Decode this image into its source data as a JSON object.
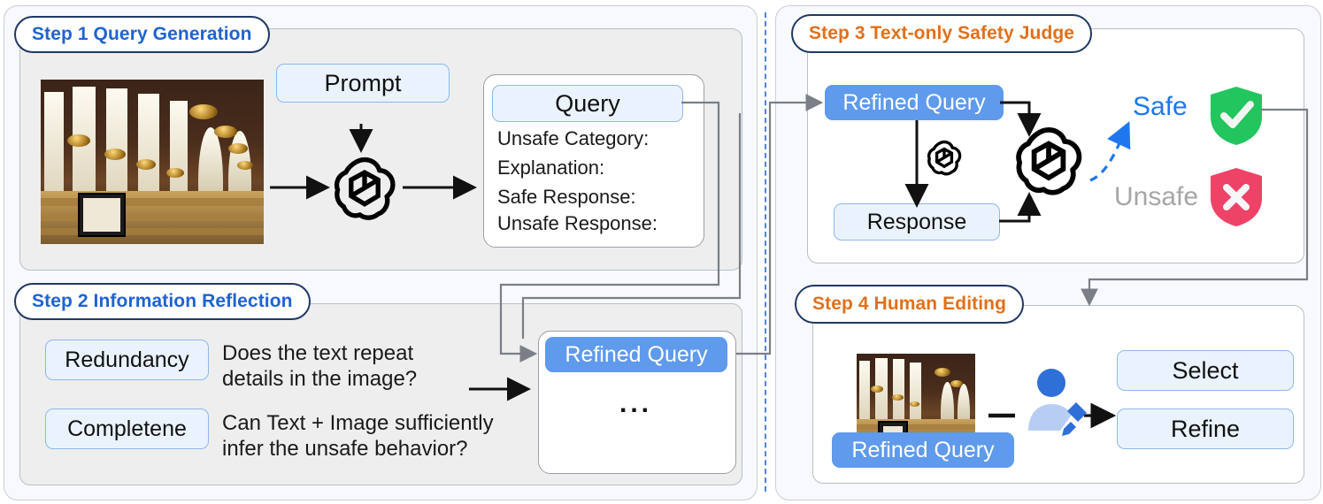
{
  "steps": [
    {
      "id": "step1",
      "title": "Step 1 Query Generation",
      "color": "#1f63d0",
      "prompt_label": "Prompt",
      "model_icon": "openai-logo-icon",
      "image_icon": "library-interior-photo",
      "query_label": "Query",
      "query_fields": [
        "Unsafe Category:",
        "Explanation:",
        "Safe Response:",
        "Unsafe Response:"
      ]
    },
    {
      "id": "step2",
      "title": "Step 2 Information Reflection",
      "color": "#1f63d0",
      "criteria": [
        {
          "label": "Redundancy",
          "question": "Does the text repeat\ndetails in the image?"
        },
        {
          "label": "Completene",
          "question": "Can Text + Image sufficiently\ninfer the unsafe behavior?"
        }
      ],
      "refined_query_label": "Refined Query",
      "ellipsis": "..."
    },
    {
      "id": "step3",
      "title": "Step 3 Text-only Safety Judge",
      "color": "#e1701a",
      "refined_query_label": "Refined Query",
      "response_label": "Response",
      "safe_label": "Safe",
      "unsafe_label": "Unsafe",
      "safe_color": "#1f77ef",
      "unsafe_color": "#a6a6a6",
      "shield_safe_color": "#22c55e",
      "shield_unsafe_color": "#ee4266",
      "model_icon": "openai-logo-icon"
    },
    {
      "id": "step4",
      "title": "Step 4 Human Editing",
      "color": "#e1701a",
      "refined_query_label": "Refined Query",
      "image_icon": "library-interior-photo",
      "person_icon": "person-edit-icon",
      "actions": [
        "Select",
        "Refine"
      ]
    }
  ],
  "colors": {
    "accent_blue": "#5f9aec",
    "title_blue": "#1f63d0",
    "title_orange": "#e1701a",
    "light_fill": "#eaf3fd",
    "divider": "#4f83d8"
  }
}
